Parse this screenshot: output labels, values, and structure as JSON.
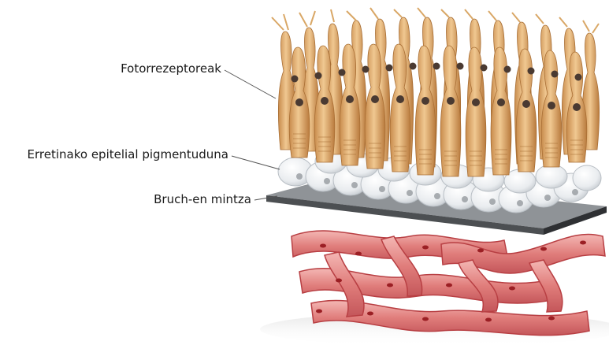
{
  "labels": {
    "photoreceptors": "Fotorrezeptoreak",
    "rpe": "Erretinako epitelial pigmentuduna",
    "bruch": "Bruch-en mintza"
  },
  "colors": {
    "photoreceptor_body": "#e3b27a",
    "photoreceptor_dark": "#b77a3a",
    "nucleus": "#4a3a32",
    "rpe_cell": "#f2f4f6",
    "membrane_top": "#8f9397",
    "membrane_side": "#4c4f52",
    "vessel": "#e58f8f",
    "vessel_dark": "#b83f43",
    "blood_cell": "#9b1f24"
  }
}
